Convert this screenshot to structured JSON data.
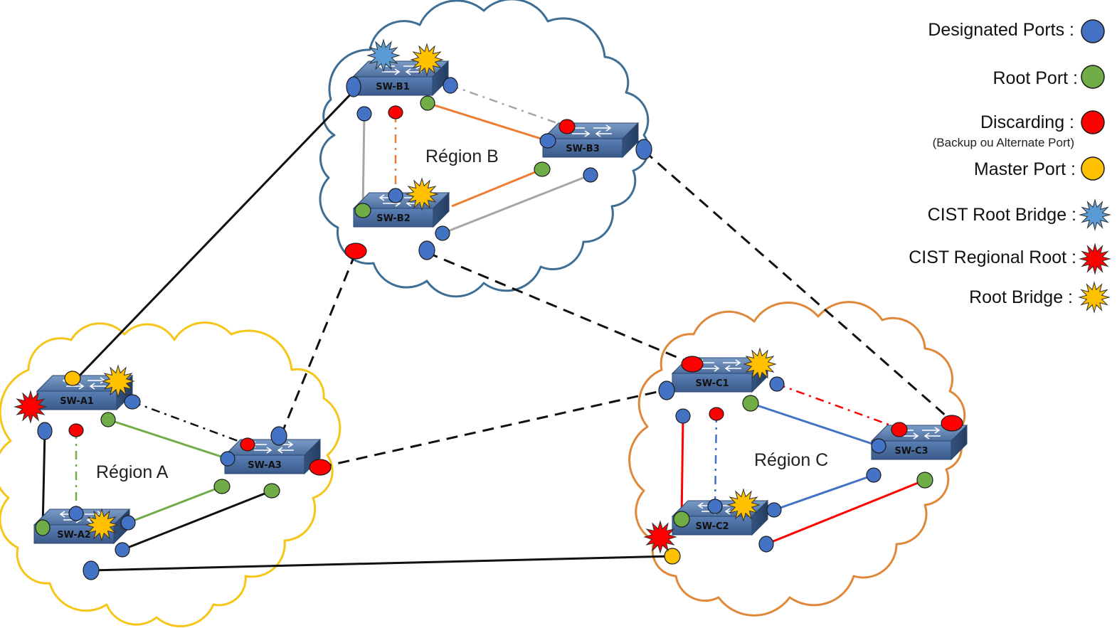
{
  "regions": [
    {
      "id": "A",
      "label": "Région A",
      "color": "#F5C518"
    },
    {
      "id": "B",
      "label": "Région B",
      "color": "#3F6E94"
    },
    {
      "id": "C",
      "label": "Région C",
      "color": "#E0883A"
    }
  ],
  "switches": [
    {
      "id": "A1",
      "label": "SW-A1"
    },
    {
      "id": "A2",
      "label": "SW-A2"
    },
    {
      "id": "A3",
      "label": "SW-A3"
    },
    {
      "id": "B1",
      "label": "SW-B1"
    },
    {
      "id": "B2",
      "label": "SW-B2"
    },
    {
      "id": "B3",
      "label": "SW-B3"
    },
    {
      "id": "C1",
      "label": "SW-C1"
    },
    {
      "id": "C2",
      "label": "SW-C2"
    },
    {
      "id": "C3",
      "label": "SW-C3"
    }
  ],
  "legend": {
    "designated": "Designated Ports :",
    "root_port": "Root Port :",
    "discarding": "Discarding :",
    "discarding_sub": "(Backup ou Alternate Port)",
    "master": "Master Port :",
    "cist_root": "CIST Root Bridge :",
    "cist_regional": "CIST Regional Root :",
    "root_bridge": "Root Bridge :"
  },
  "colors": {
    "designated": "#4472C4",
    "root_port": "#70AD47",
    "discarding": "#FF0000",
    "master": "#FFC000",
    "cist_root": "#5B9BD5",
    "cist_regional": "#FF0000",
    "root_bridge": "#FFC000",
    "switch_fill": "#3F6190",
    "link_black": "#111111",
    "link_green": "#70AD47",
    "link_orange": "#ED7D31",
    "link_gray": "#A6A6A6",
    "link_blue": "#4472C4",
    "link_red": "#FF0000"
  }
}
